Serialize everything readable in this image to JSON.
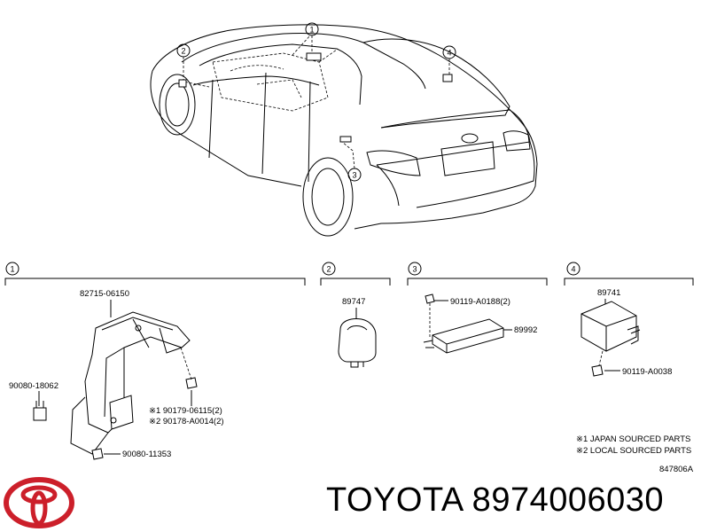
{
  "callouts": {
    "c1": "1",
    "c2": "2",
    "c3": "3",
    "c4": "4"
  },
  "group1": {
    "bracket_part": "82715-06150",
    "clip_part": "90080-18062",
    "bolt_part": "90080-11353",
    "note1": "※1 90179-06115(2)",
    "note2": "※2 90178-A0014(2)"
  },
  "group2": {
    "relay_part": "89747"
  },
  "group3": {
    "bolt_part": "90119-A0188(2)",
    "module_part": "89992"
  },
  "group4": {
    "sensor_part": "89741",
    "bolt_part": "90119-A0038"
  },
  "notes": {
    "japan": "※1 JAPAN SOURCED PARTS",
    "local": "※2 LOCAL SOURCED PARTS",
    "diagram_code": "847806A"
  },
  "brand": {
    "title": "TOYOTA 8974006030",
    "logo_color": "#cc1f2a"
  }
}
